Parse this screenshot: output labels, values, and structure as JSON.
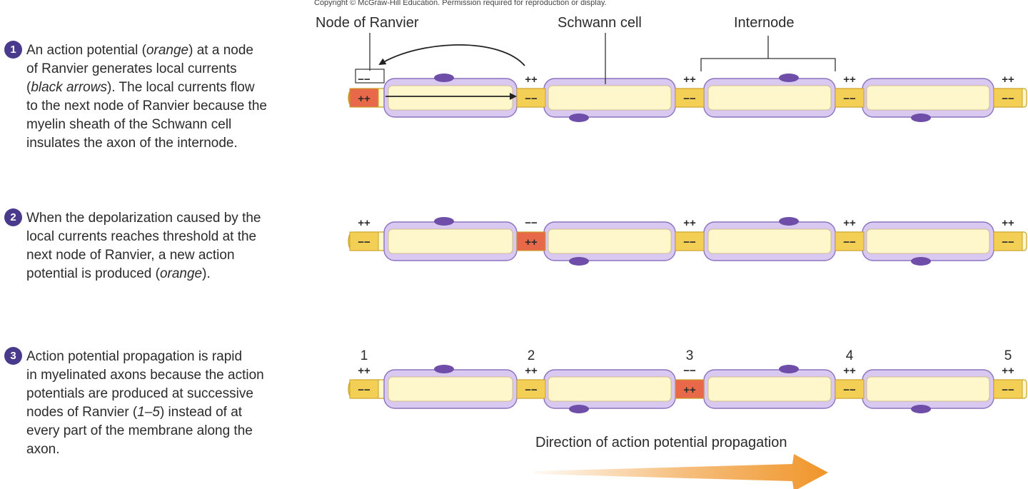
{
  "copyright": "Copyright © McGraw-Hill Education. Permission required for reproduction or display.",
  "labels": {
    "node": "Node of Ranvier",
    "schwann": "Schwann cell",
    "internode": "Internode"
  },
  "steps": [
    {
      "number": "1",
      "text_html": "An action potential (<i>orange</i>) at a node<br>of Ranvier generates local currents<br>(<i>black arrows</i>). The local currents flow<br>to the next node of Ranvier because the<br>myelin sheath of the Schwann cell<br>insulates the axon of the internode."
    },
    {
      "number": "2",
      "text_html": "When the depolarization caused by the<br>local currents reaches threshold at the<br>next node of Ranvier, a new action<br>potential is produced (<i>orange</i>)."
    },
    {
      "number": "3",
      "text_html": "Action potential propagation is rapid<br>in myelinated axons because the action<br>potentials are produced at successive<br>nodes of Ranvier (<i>1–5</i>) instead of at<br>every part of the membrane along the<br>axon."
    }
  ],
  "charges": {
    "positive": "++",
    "negative": "−−"
  },
  "node_numbers": [
    "1",
    "2",
    "3",
    "4",
    "5"
  ],
  "active_node_per_row": [
    0,
    1,
    2
  ],
  "direction_label": "Direction of action potential propagation",
  "colors": {
    "axon_fill": "#fff7cc",
    "axon_stroke": "#c9a227",
    "node_yellow": "#f4cf55",
    "node_orange": "#e8684a",
    "myelin_fill": "#d9c8ef",
    "myelin_stroke": "#8a73c0",
    "nucleus": "#6e4ea8",
    "step_badge": "#4a3a8c",
    "arrow": "#f0952a"
  }
}
